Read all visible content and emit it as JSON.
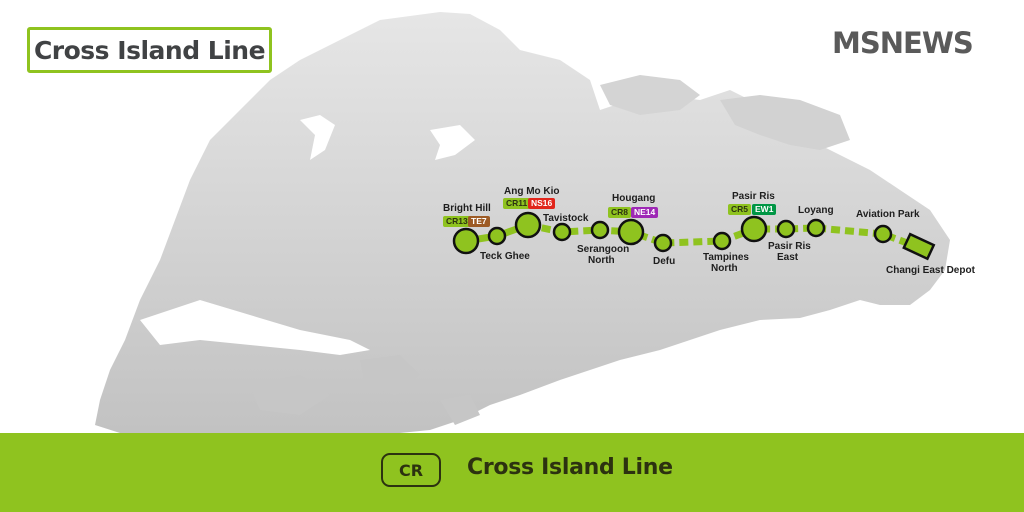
{
  "title": "Cross Island Line",
  "logo": {
    "text": "MSNEWS",
    "icon": "arrow-s-logo-icon"
  },
  "footer": {
    "badge": "CR",
    "title": "Cross Island Line"
  },
  "colors": {
    "line_green": "#8fc31f",
    "map_grey": "#c8c8c8",
    "te_brown": "#9d5b25",
    "ns_red": "#e1251b",
    "ne_purple": "#9e28b5",
    "ew_green": "#009645",
    "text_dark": "#404244"
  },
  "stations": [
    {
      "name": "Bright Hill",
      "codes": [
        "CR13",
        "TE7"
      ],
      "interchange": true
    },
    {
      "name": "Teck Ghee",
      "codes": [],
      "interchange": false
    },
    {
      "name": "Ang Mo Kio",
      "codes": [
        "CR11",
        "NS16"
      ],
      "interchange": true
    },
    {
      "name": "Tavistock",
      "codes": [],
      "interchange": false
    },
    {
      "name": "Serangoon North",
      "codes": [],
      "interchange": false
    },
    {
      "name": "Hougang",
      "codes": [
        "CR8",
        "NE14"
      ],
      "interchange": true
    },
    {
      "name": "Defu",
      "codes": [],
      "interchange": false
    },
    {
      "name": "Tampines North",
      "codes": [],
      "interchange": false
    },
    {
      "name": "Pasir Ris",
      "codes": [
        "CR5",
        "EW1"
      ],
      "interchange": true
    },
    {
      "name": "Pasir Ris East",
      "codes": [],
      "interchange": false
    },
    {
      "name": "Loyang",
      "codes": [],
      "interchange": false
    },
    {
      "name": "Aviation Park",
      "codes": [],
      "interchange": false
    },
    {
      "name": "Changi East Depot",
      "codes": [],
      "interchange": false,
      "depot": true
    }
  ],
  "labels": {
    "bright_hill": "Bright Hill",
    "teck_ghee": "Teck Ghee",
    "ang_mo_kio": "Ang Mo Kio",
    "tavistock": "Tavistock",
    "serangoon_north_1": "Serangoon",
    "serangoon_north_2": "North",
    "hougang": "Hougang",
    "defu": "Defu",
    "tampines_north_1": "Tampines",
    "tampines_north_2": "North",
    "pasir_ris": "Pasir Ris",
    "pasir_ris_east_1": "Pasir Ris",
    "pasir_ris_east_2": "East",
    "loyang": "Loyang",
    "aviation_park": "Aviation Park",
    "changi_east_depot": "Changi East Depot"
  },
  "tags": {
    "cr13": "CR13",
    "te7": "TE7",
    "cr11": "CR11",
    "ns16": "NS16",
    "cr8": "CR8",
    "ne14": "NE14",
    "cr5": "CR5",
    "ew1": "EW1"
  }
}
